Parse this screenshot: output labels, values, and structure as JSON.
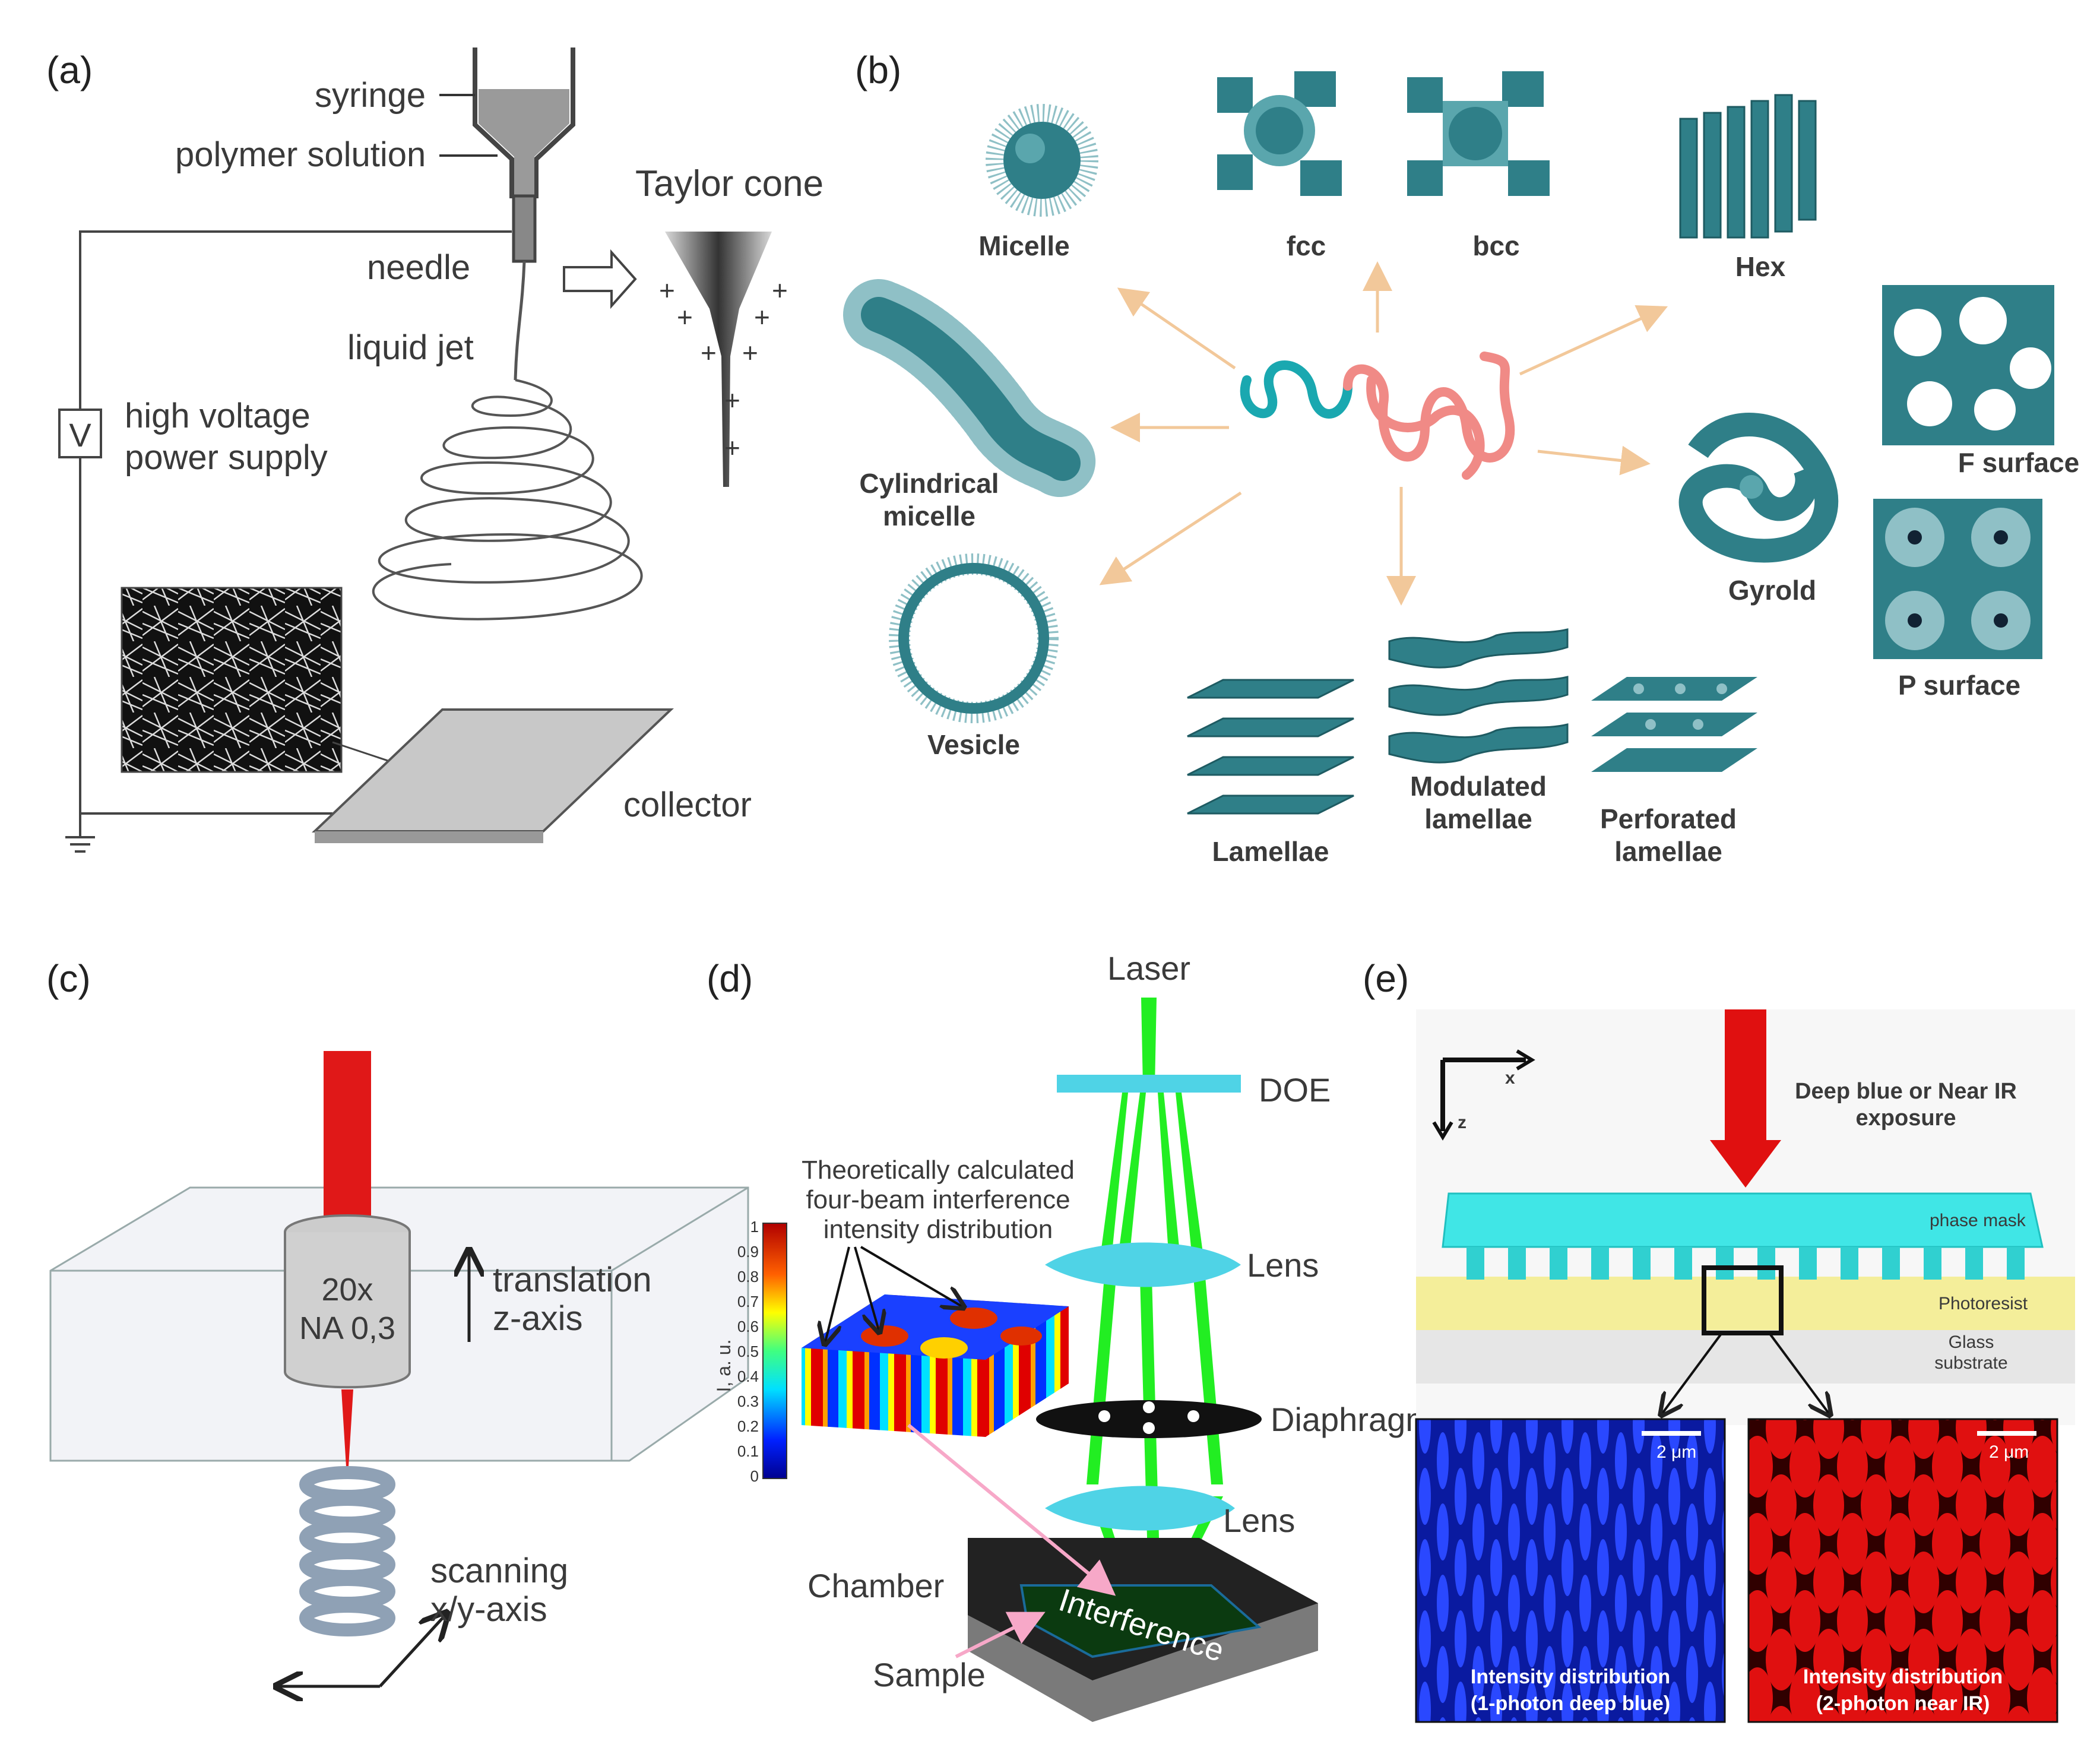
{
  "panels": {
    "a": {
      "label": "(a)",
      "syringe": "syringe",
      "polymer_solution": "polymer solution",
      "needle": "needle",
      "liquid_jet": "liquid jet",
      "taylor_cone": "Taylor cone",
      "voltage_symbol": "V",
      "power_supply_line1": "high voltage",
      "power_supply_line2": "power supply",
      "collector": "collector",
      "plus_sign": "+"
    },
    "b": {
      "label": "(b)",
      "micelle": "Micelle",
      "fcc": "fcc",
      "bcc": "bcc",
      "hex": "Hex",
      "cylindrical_line1": "Cylindrical",
      "cylindrical_line2": "micelle",
      "f_surface": "F surface",
      "gyroid": "Gyrold",
      "p_surface": "P surface",
      "vesicle": "Vesicle",
      "lamellae": "Lamellae",
      "modulated_line1": "Modulated",
      "modulated_line2": "lamellae",
      "perforated_line1": "Perforated",
      "perforated_line2": "lamellae"
    },
    "c": {
      "label": "(c)",
      "objective_line1": "20x",
      "objective_line2": "NA 0,3",
      "translation_line1": "translation",
      "translation_line2": "z-axis",
      "scanning_line1": "scanning",
      "scanning_line2": "x/y-axis"
    },
    "d": {
      "label": "(d)",
      "laser": "Laser",
      "doe": "DOE",
      "lens_top": "Lens",
      "diaphragm": "Diaphragm",
      "lens_bottom": "Lens",
      "chamber": "Chamber",
      "interference": "Interference",
      "sample": "Sample",
      "theory_line1": "Theoretically calculated",
      "theory_line2": "four-beam interference",
      "theory_line3": "intensity distribution",
      "colorbar_axis": "I, a. u.",
      "colorbar_ticks": [
        "1",
        "0.9",
        "0.8",
        "0.7",
        "0.6",
        "0.5",
        "0.4",
        "0.3",
        "0.2",
        "0.1",
        "0"
      ]
    },
    "e": {
      "label": "(e)",
      "axis_x": "x",
      "axis_z": "z",
      "exposure_line1": "Deep blue or Near IR",
      "exposure_line2": "exposure",
      "phase_mask": "phase mask",
      "photoresist": "Photoresist",
      "glass_line1": "Glass",
      "glass_line2": "substrate",
      "scale_blue": "2 μm",
      "scale_red": "2 μm",
      "blue_caption_line1": "Intensity distribution",
      "blue_caption_line2": "(1-photon deep blue)",
      "red_caption_line1": "Intensity distribution",
      "red_caption_line2": "(2-photon near IR)"
    }
  },
  "colors": {
    "teal": "#2f7f88",
    "teal_light": "#5aa6ad",
    "coral": "#f08a86",
    "beam_green": "#22ee22",
    "lens_cyan": "#4fd3e6",
    "laser_red": "#e01010",
    "arrow_tan": "#f2c89a"
  }
}
